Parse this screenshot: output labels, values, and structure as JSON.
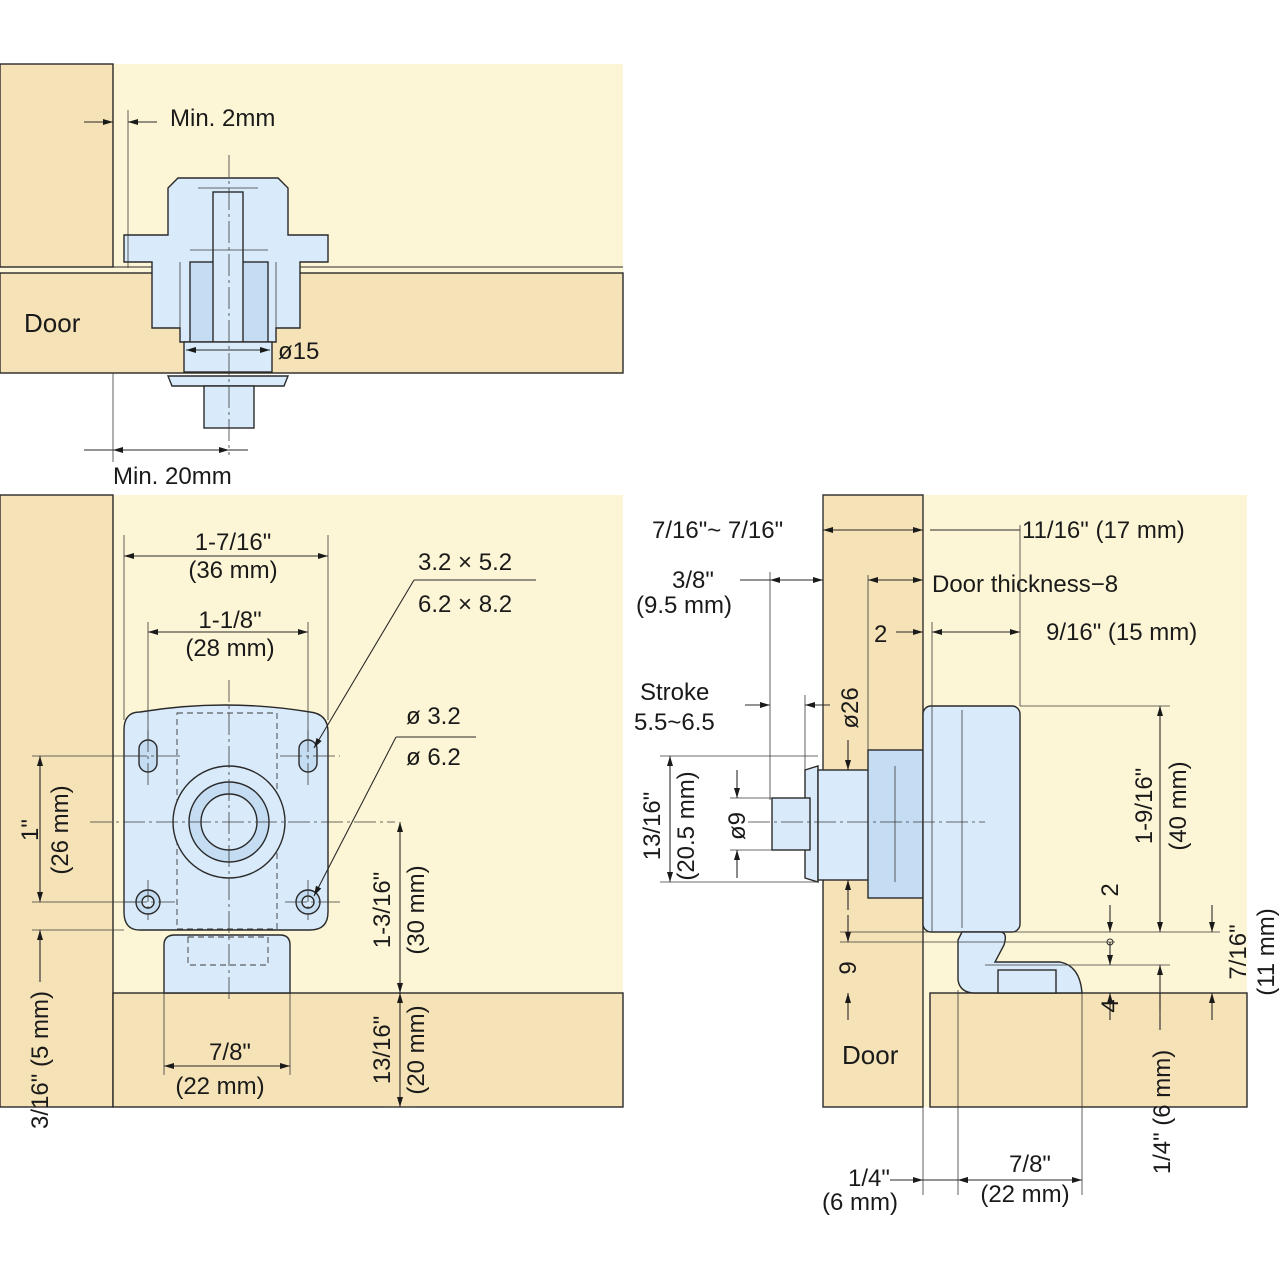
{
  "top_view": {
    "door_label": "Door",
    "min_gap": "Min. 2mm",
    "diameter": "ø15",
    "min_offset": "Min. 20mm"
  },
  "front_view": {
    "width_outer_in": "1-7/16\"",
    "width_outer_mm": "(36 mm)",
    "width_inner_in": "1-1/8\"",
    "width_inner_mm": "(28 mm)",
    "slot_small": "3.2 × 5.2",
    "slot_large": "6.2 × 8.2",
    "hole_small": "ø 3.2",
    "hole_large": "ø 6.2",
    "hole_spacing_in": "1\"",
    "hole_spacing_mm": "(26 mm)",
    "center_height_in": "1-3/16\"",
    "center_height_mm": "(30 mm)",
    "below_in": "13/16\"",
    "below_mm": "(20 mm)",
    "base_width_in": "7/8\"",
    "base_width_mm": "(22 mm)",
    "edge_offset": "3/16\" (5 mm)"
  },
  "side_view": {
    "door_label": "Door",
    "door_range": "7/16\"~ 7/16\"",
    "depth_in_mm": "11/16\" (17 mm)",
    "set_in": "3/8\"",
    "set_mm": "(9.5 mm)",
    "door_thickness": "Door thickness−8",
    "two": "2",
    "depth2": "9/16\" (15 mm)",
    "stroke_label": "Stroke",
    "stroke_value": "5.5~6.5",
    "dia26": "ø26",
    "h_in": "13/16\"",
    "h_mm": "(20.5 mm)",
    "dia9": "ø9",
    "height_in": "1-9/16\"",
    "height_mm": "(40 mm)",
    "two_b": "2",
    "nine": "9",
    "four": "4",
    "right_in": "7/16\"",
    "right_mm": "(11 mm)",
    "bottom_left_in": "1/4\"",
    "bottom_left_mm": "(6 mm)",
    "bottom_mid_in": "7/8\"",
    "bottom_mid_mm": "(22 mm)",
    "bottom_right": "1/4\" (6 mm)"
  },
  "colors": {
    "cabinet": "#fdf6d6",
    "wood": "#f5e2b6",
    "part": "#d9ebfa"
  }
}
